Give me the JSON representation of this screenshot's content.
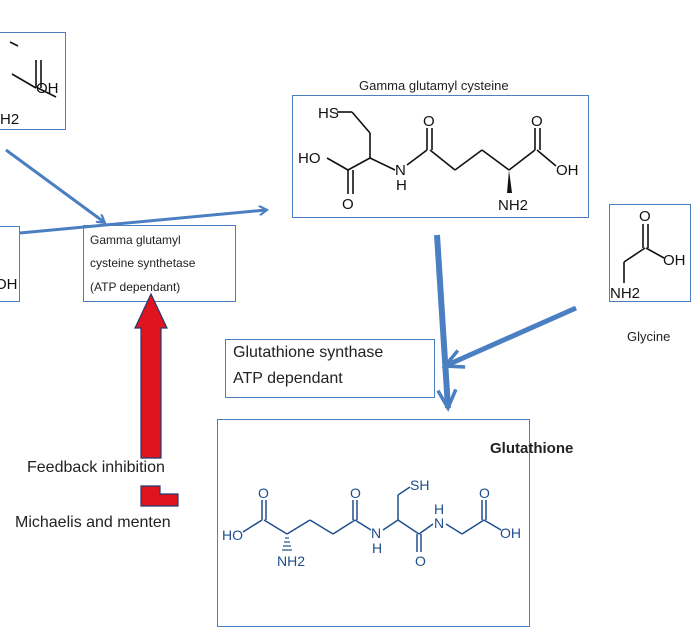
{
  "cysteine_box": {
    "oh": "OH",
    "nh2": "H2"
  },
  "glutamate_box": {
    "oh": "OH"
  },
  "enzyme1": {
    "line1": "Gamma glutamyl",
    "line2": "cysteine synthetase",
    "line3": "(ATP dependant)"
  },
  "gamma_glutamyl_cysteine": {
    "title": "Gamma glutamyl cysteine",
    "atoms": {
      "sh": "HS",
      "ho": "HO",
      "nh": "N",
      "h": "H",
      "o1": "O",
      "o2": "O",
      "o3": "O",
      "oh": "OH",
      "nh2": "NH2"
    }
  },
  "glycine": {
    "label": "Glycine",
    "atoms": {
      "o": "O",
      "oh": "OH",
      "nh2": "NH2"
    }
  },
  "enzyme2": {
    "line1": "Glutathione synthase",
    "line2": "ATP dependant"
  },
  "glutathione": {
    "title": "Glutathione",
    "atoms": {
      "ho": "HO",
      "o1": "O",
      "o2": "O",
      "o3": "O",
      "o4": "O",
      "nh2": "NH2",
      "sh": "SH",
      "n1": "N",
      "h1": "H",
      "n2": "N",
      "h2": "H",
      "oh": "OH"
    }
  },
  "notes": {
    "feedback": "Feedback inhibition",
    "michaelis": "Michaelis and menten"
  },
  "colors": {
    "box_border": "#4a7fc1",
    "arrow": "#4a7fc1",
    "inhibition": "#e0141e",
    "molecule_dark": "#111111",
    "molecule_blue": "#1f4e8c"
  }
}
